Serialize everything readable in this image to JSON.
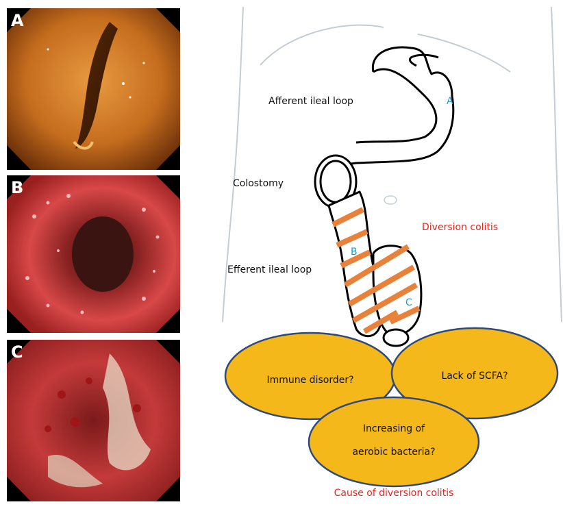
{
  "panels": [
    {
      "letter": "A"
    },
    {
      "letter": "B"
    },
    {
      "letter": "C"
    }
  ],
  "diagram": {
    "afferent_label": "Afferent ileal loop",
    "colostomy_label": "Colostomy",
    "efferent_label": "Efferent ileal loop",
    "diversion_label": "Diversion colitis",
    "marker_a": "A",
    "marker_b": "B",
    "marker_c": "C",
    "causes": [
      {
        "text": "Immune disorder?"
      },
      {
        "text": "Lack of SCFA?"
      },
      {
        "line1": "Increasing of",
        "line2": "aerobic bacteria?"
      }
    ],
    "causes_caption": "Cause of diversion colitis"
  },
  "colors": {
    "loop_outline": "#000000",
    "stripe": "#e8813a",
    "ellipse_fill": "#f4b81a",
    "ellipse_stroke": "#2f4a7a",
    "red_text": "#e8241c",
    "blue_text": "#1a9ae0"
  }
}
